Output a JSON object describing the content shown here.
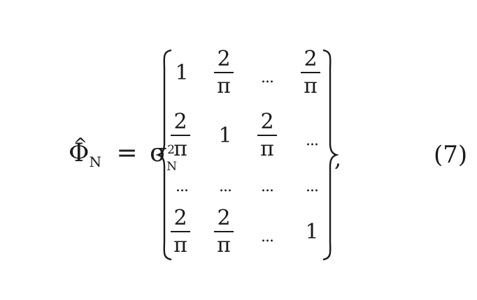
{
  "equation": {
    "phi_symbol": "Φ",
    "hat": "^",
    "phi_subscript": "N",
    "equals": "=",
    "sigma_symbol": "σ",
    "sigma_superscript": "2",
    "sigma_subscript": "N",
    "matrix": {
      "row_1": {
        "c1": "1",
        "c2_num": "2",
        "c2_den": "π",
        "c3": "...",
        "c4_num": "2",
        "c4_den": "π"
      },
      "row_2": {
        "c1_num": "2",
        "c1_den": "π",
        "c2": "1",
        "c3_num": "2",
        "c3_den": "π",
        "c4": "..."
      },
      "row_3": {
        "c1": "...",
        "c2": "...",
        "c3": "...",
        "c4": "..."
      },
      "row_4": {
        "c1_num": "2",
        "c1_den": "π",
        "c2_num": "2",
        "c2_den": "π",
        "c3": "...",
        "c4": "1"
      }
    },
    "trailing_comma": ",",
    "number": "(7)"
  }
}
